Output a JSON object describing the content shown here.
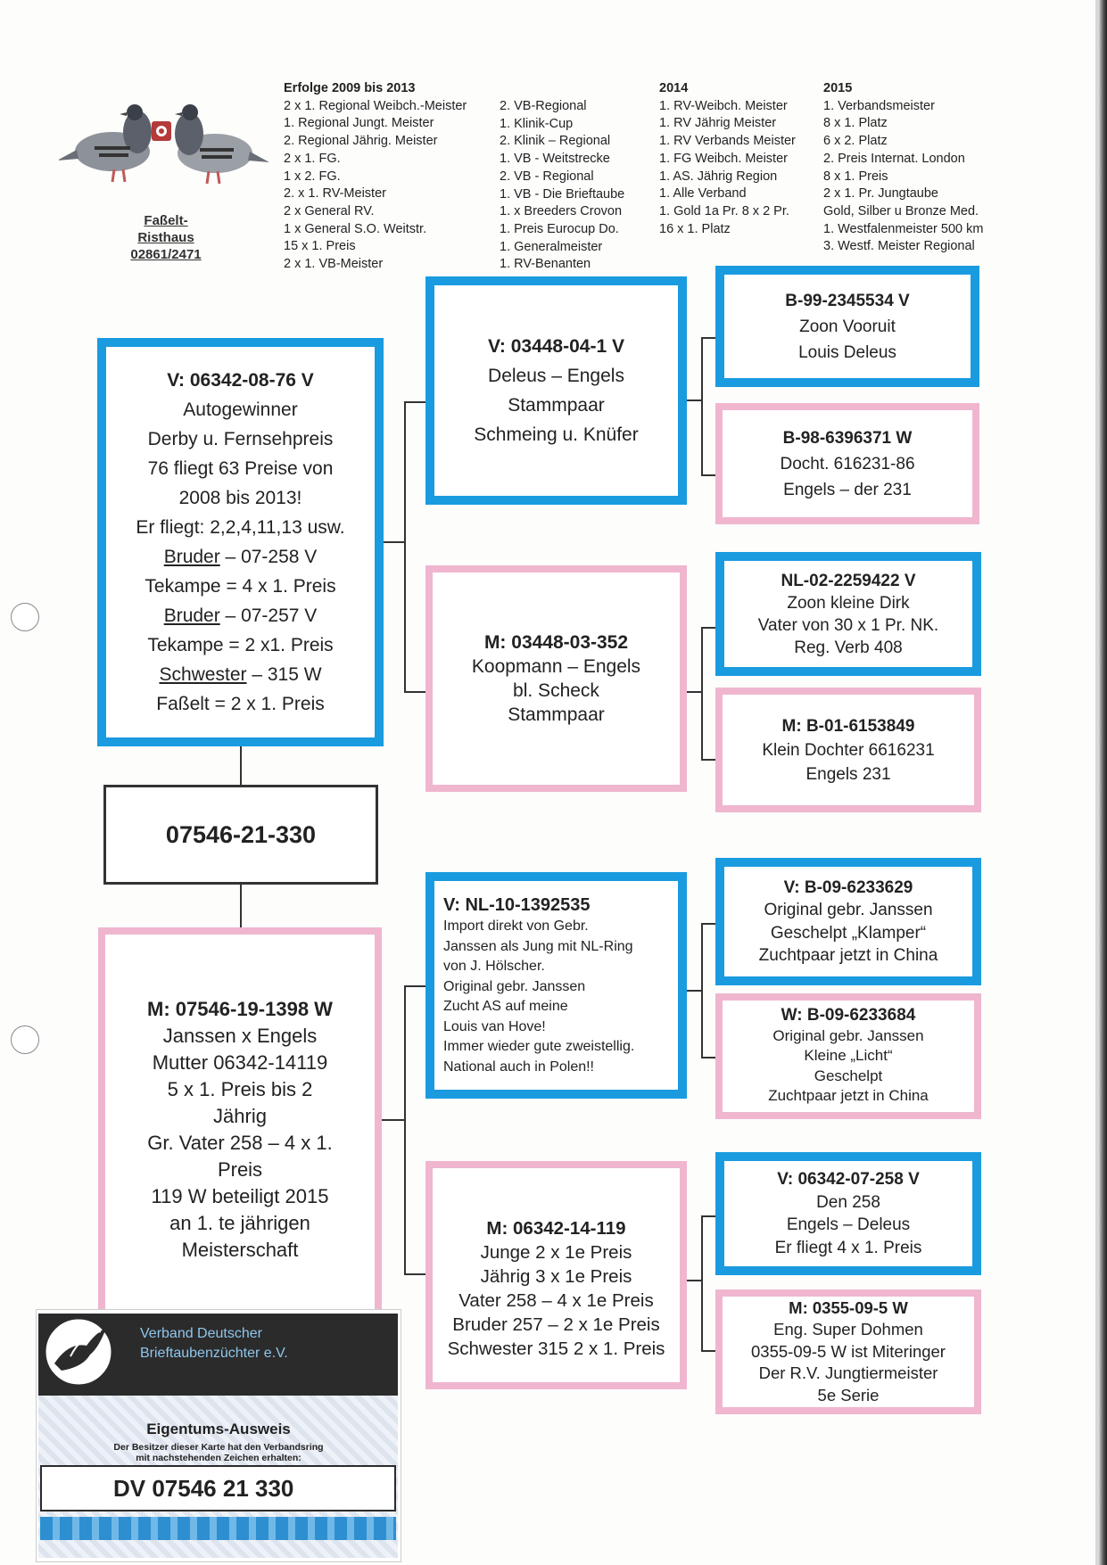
{
  "header": {
    "breeder_name_1": "Faßelt-",
    "breeder_name_2": "Risthaus",
    "breeder_phone": "02861/2471",
    "col1_heading": "Erfolge 2009 bis 2013",
    "col1": [
      "2 x 1. Regional Weibch.-Meister",
      "1. Regional Jungt. Meister",
      "2. Regional Jährig. Meister",
      "2 x 1. FG.",
      "1 x 2. FG.",
      "2. x 1. RV-Meister",
      "2 x General RV.",
      "1 x General S.O. Weitstr.",
      "15 x 1. Preis",
      "2 x 1. VB-Meister"
    ],
    "col2": [
      "2. VB-Regional",
      "1. Klinik-Cup",
      "2. Klinik – Regional",
      "1. VB - Weitstrecke",
      "2. VB - Regional",
      "1. VB - Die Brieftaube",
      "1. x Breeders Crovon",
      "1. Preis Eurocup Do.",
      "1. Generalmeister",
      "1. RV-Benanten"
    ],
    "col3_heading": "2014",
    "col3": [
      "1. RV-Weibch. Meister",
      "1. RV Jährig Meister",
      "1. RV Verbands Meister",
      "1. FG Weibch. Meister",
      "1. AS. Jährig Region",
      "1. Alle Verband",
      "1. Gold 1a Pr. 8 x 2 Pr.",
      "16 x 1. Platz"
    ],
    "col4_heading": "2015",
    "col4": [
      "1. Verbandsmeister",
      "8 x 1. Platz",
      "6 x 2. Platz",
      "2. Preis Internat. London",
      "8 x 1. Preis",
      "2 x 1. Pr. Jungtaube",
      "Gold, Silber u Bronze Med.",
      "1. Westfalenmeister 500 km",
      "3. Westf. Meister Regional"
    ]
  },
  "subject": {
    "ring": "07546-21-330"
  },
  "sire": {
    "title": "V: 06342-08-76 V",
    "lines": [
      "Autogewinner",
      "Derby u. Fernsehpreis",
      "76 fliegt 63 Preise von",
      "2008 bis 2013!",
      "Er fliegt: 2,2,4,11,13 usw."
    ],
    "bruder1_label": "Bruder",
    "bruder1_value": " – 07-258 V",
    "line7": "Tekampe = 4 x 1. Preis",
    "bruder2_label": "Bruder",
    "bruder2_value": " – 07-257 V",
    "line9": "Tekampe = 2 x1. Preis",
    "schwester_label": "Schwester",
    "schwester_value": " – 315 W",
    "line11": "Faßelt = 2 x 1. Preis"
  },
  "dam": {
    "title": "M: 07546-19-1398 W",
    "lines": [
      "Janssen x Engels",
      "Mutter 06342-14119",
      "5 x 1. Preis bis 2",
      "Jährig",
      "Gr. Vater 258 – 4 x 1.",
      "Preis",
      "119 W beteiligt 2015",
      "an 1. te jährigen",
      "Meisterschaft"
    ]
  },
  "ss": {
    "title": "V: 03448-04-1 V",
    "lines": [
      "Deleus – Engels",
      "Stammpaar",
      "Schmeing u. Knüfer"
    ]
  },
  "sd": {
    "title": "M: 03448-03-352",
    "lines": [
      "Koopmann – Engels",
      "bl. Scheck",
      "Stammpaar"
    ]
  },
  "ds": {
    "title": "V: NL-10-1392535",
    "lines": [
      "Import direkt von Gebr.",
      "Janssen als Jung mit NL-Ring",
      "von J. Hölscher.",
      "Original gebr. Janssen",
      "Zucht AS auf meine",
      "Louis van Hove!",
      "Immer wieder gute zweistellig.",
      "National auch in Polen!!"
    ]
  },
  "dd": {
    "title": "M: 06342-14-119",
    "lines": [
      "Junge 2 x 1e Preis",
      "Jährig 3 x 1e Preis",
      "Vater 258 – 4 x 1e Preis",
      "Bruder 257 – 2 x 1e Preis",
      "Schwester 315 2 x 1. Preis"
    ]
  },
  "sss": {
    "title": "B-99-2345534 V",
    "lines": [
      "Zoon Vooruit",
      "Louis Deleus"
    ]
  },
  "ssd": {
    "title": "B-98-6396371 W",
    "lines": [
      "Docht. 616231-86",
      "Engels – der 231"
    ]
  },
  "sds": {
    "title": "NL-02-2259422 V",
    "lines": [
      "Zoon kleine Dirk",
      "Vater von 30 x 1 Pr. NK.",
      "Reg. Verb 408"
    ]
  },
  "sdd": {
    "title": "M: B-01-6153849",
    "lines": [
      "Klein Dochter 6616231",
      "Engels 231"
    ]
  },
  "dss": {
    "title": "V: B-09-6233629",
    "lines": [
      "Original gebr. Janssen",
      "Geschelpt „Klamper“",
      "Zuchtpaar jetzt in China"
    ]
  },
  "dsd": {
    "title": "W: B-09-6233684",
    "lines": [
      "Original gebr. Janssen",
      "Kleine „Licht“",
      "Geschelpt",
      "Zuchtpaar jetzt in China"
    ]
  },
  "dds": {
    "title": "V: 06342-07-258 V",
    "lines": [
      "Den 258",
      "Engels – Deleus",
      "Er fliegt 4 x 1. Preis"
    ]
  },
  "ddd": {
    "title": "M: 0355-09-5 W",
    "lines": [
      "Eng. Super Dohmen",
      "0355-09-5 W ist Miteringer",
      "Der R.V. Jungtiermeister",
      "5e Serie"
    ]
  },
  "card": {
    "org_line1": "Verband Deutscher",
    "org_line2": "Brieftaubenzüchter e.V.",
    "title": "Eigentums-Ausweis",
    "text_line1": "Der Besitzer dieser Karte hat den Verbandsring",
    "text_line2": "mit nachstehenden Zeichen erhalten:",
    "ring": "DV 07546 21 330"
  },
  "colors": {
    "blue_border": "#1a9be0",
    "pink_border": "#f0b6cf",
    "card_header": "#2b2b2b"
  }
}
